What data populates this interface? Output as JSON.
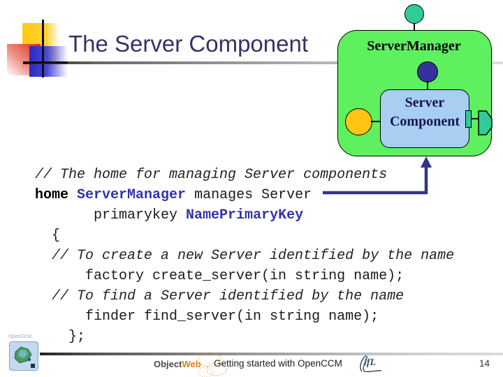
{
  "slide": {
    "title": "The Server Component",
    "footer_text": "Getting started with OpenCCM",
    "page_number": "14"
  },
  "logos": {
    "openccm_caption": "OpenCCM",
    "objectweb_part1": "Object",
    "objectweb_part2": "Web",
    "lifl": "ifL"
  },
  "diagram": {
    "manager_label": "ServerManager",
    "component_label": [
      "Server",
      "Component"
    ]
  },
  "code": {
    "lines": [
      [
        {
          "style": "comment",
          "text": "// The home for managing Server components"
        }
      ],
      [
        {
          "style": "keyword",
          "text": "home"
        },
        {
          "style": "plain",
          "text": " "
        },
        {
          "style": "type",
          "text": "ServerManager"
        },
        {
          "style": "plain",
          "text": " manages Server"
        }
      ],
      [
        {
          "style": "plain",
          "text": "       primarykey "
        },
        {
          "style": "type",
          "text": "NamePrimaryKey"
        }
      ],
      [
        {
          "style": "plain",
          "text": "  {"
        }
      ],
      [
        {
          "style": "comment",
          "text": "  // To create a new Server identified by the name"
        }
      ],
      [
        {
          "style": "plain",
          "text": "      factory create_server(in string name);"
        }
      ],
      [
        {
          "style": "comment",
          "text": "  // To find a Server identified by the name"
        }
      ],
      [
        {
          "style": "plain",
          "text": "      finder find_server(in string name);"
        }
      ],
      [
        {
          "style": "plain",
          "text": "    };"
        }
      ]
    ]
  },
  "colors": {
    "green": "#5ff05f",
    "ltblue": "#a8cef2",
    "navy": "#333399",
    "gold": "#ffc414",
    "teal": "#2fcc99",
    "code-blue": "#3333aa",
    "title": "#333366",
    "arrow": "#333388"
  }
}
